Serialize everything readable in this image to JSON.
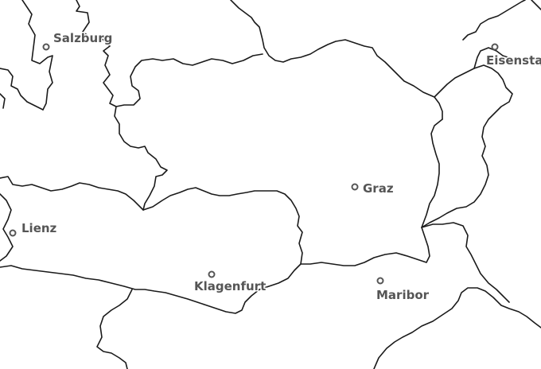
{
  "map": {
    "cities": [
      {
        "id": "salzburg",
        "name": "Salzburg"
      },
      {
        "id": "eisenstadt",
        "name": "Eisenstadt"
      },
      {
        "id": "graz",
        "name": "Graz"
      },
      {
        "id": "lienz",
        "name": "Lienz"
      },
      {
        "id": "klagenfurt",
        "name": "Klagenfurt"
      },
      {
        "id": "maribor",
        "name": "Maribor"
      }
    ],
    "colors": {
      "background": "#ffffff",
      "border": "#1a1a1a",
      "label": "#555555"
    }
  }
}
